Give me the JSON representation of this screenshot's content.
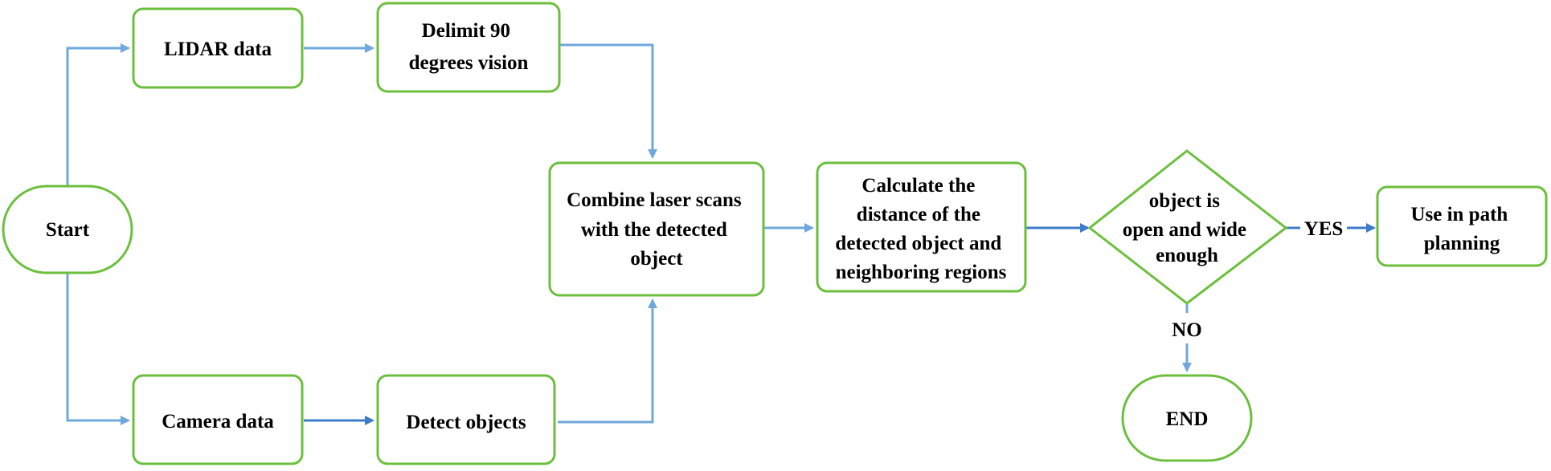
{
  "colors": {
    "node_border": "#6cbf3c",
    "edge_light": "#6fa8dc",
    "edge_dark": "#3d7cc9",
    "text": "#000000",
    "background": "#ffffff"
  },
  "nodes": {
    "start": {
      "shape": "terminal",
      "lines": [
        "Start"
      ]
    },
    "lidar": {
      "shape": "process",
      "lines": [
        "LIDAR data"
      ]
    },
    "delimit": {
      "shape": "process",
      "lines": [
        "Delimit 90",
        "degrees vision"
      ]
    },
    "camera": {
      "shape": "process",
      "lines": [
        "Camera data"
      ]
    },
    "detect": {
      "shape": "process",
      "lines": [
        "Detect objects"
      ]
    },
    "combine": {
      "shape": "process",
      "lines": [
        "Combine laser scans",
        "with the detected",
        "object"
      ]
    },
    "calculate": {
      "shape": "process",
      "lines": [
        "Calculate the",
        "distance of the",
        "detected object and",
        "neighboring regions"
      ]
    },
    "decision": {
      "shape": "decision",
      "lines": [
        "object is",
        "open and wide",
        "enough"
      ]
    },
    "use": {
      "shape": "process",
      "lines": [
        "Use in path",
        "planning"
      ]
    },
    "end": {
      "shape": "terminal",
      "lines": [
        "END"
      ]
    }
  },
  "edges": [
    {
      "from": "start",
      "to": "lidar",
      "label": "",
      "tone": "light"
    },
    {
      "from": "start",
      "to": "camera",
      "label": "",
      "tone": "light"
    },
    {
      "from": "lidar",
      "to": "delimit",
      "label": "",
      "tone": "light"
    },
    {
      "from": "camera",
      "to": "detect",
      "label": "",
      "tone": "dark"
    },
    {
      "from": "delimit",
      "to": "combine",
      "label": "",
      "tone": "light"
    },
    {
      "from": "detect",
      "to": "combine",
      "label": "",
      "tone": "light"
    },
    {
      "from": "combine",
      "to": "calculate",
      "label": "",
      "tone": "light"
    },
    {
      "from": "calculate",
      "to": "decision",
      "label": "",
      "tone": "dark"
    },
    {
      "from": "decision",
      "to": "use",
      "label": "YES",
      "tone": "dark"
    },
    {
      "from": "decision",
      "to": "end",
      "label": "NO",
      "tone": "light"
    }
  ]
}
